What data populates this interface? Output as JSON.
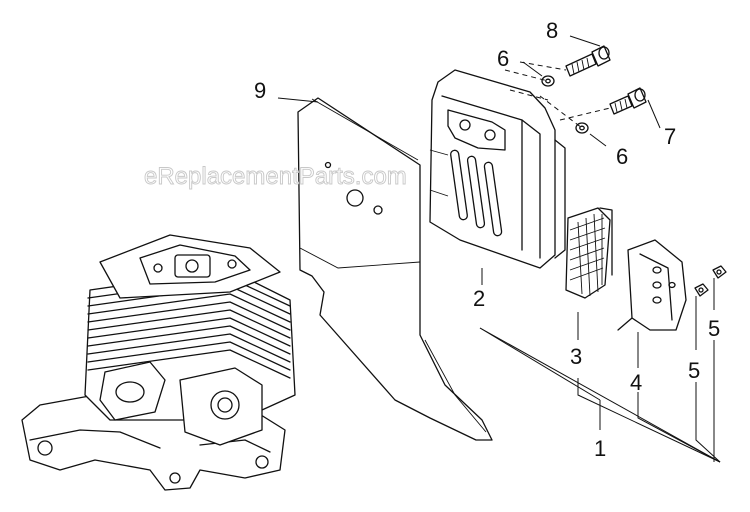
{
  "watermark": "eReplacementParts.com",
  "callouts": [
    {
      "id": "c1",
      "label": "1"
    },
    {
      "id": "c2",
      "label": "2"
    },
    {
      "id": "c3",
      "label": "3"
    },
    {
      "id": "c4",
      "label": "4"
    },
    {
      "id": "c5a",
      "label": "5"
    },
    {
      "id": "c5b",
      "label": "5"
    },
    {
      "id": "c6a",
      "label": "6"
    },
    {
      "id": "c6b",
      "label": "6"
    },
    {
      "id": "c7",
      "label": "7"
    },
    {
      "id": "c8",
      "label": "8"
    },
    {
      "id": "c9",
      "label": "9"
    }
  ]
}
